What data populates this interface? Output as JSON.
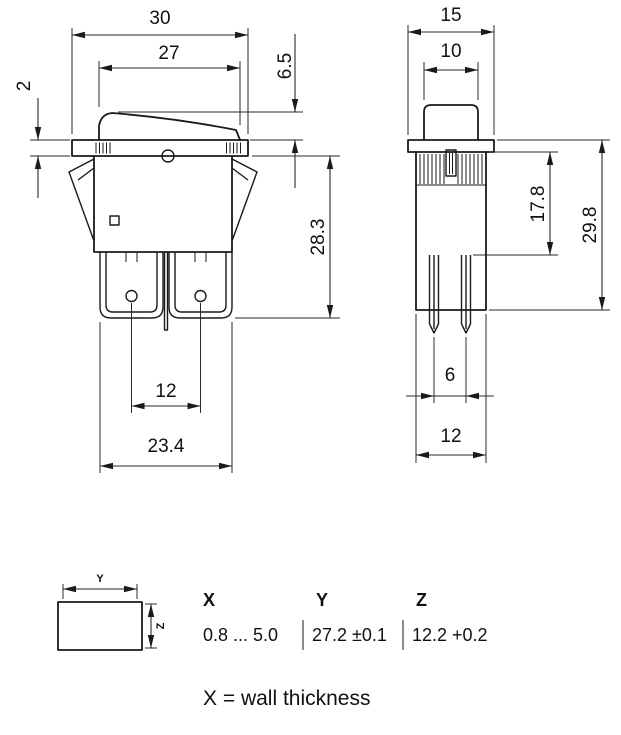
{
  "front_view": {
    "dims": {
      "overall_width": "30",
      "rocker_width": "27",
      "bezel_height": "2",
      "rocker_height": "6.5",
      "body_depth": "28.3",
      "terminal_spacing": "12",
      "body_width": "23.4"
    }
  },
  "side_view": {
    "dims": {
      "overall_depth": "15",
      "rocker_depth": "10",
      "upper_body_depth": "17.8",
      "total_depth": "29.8",
      "terminal_spacing": "6",
      "body_depth": "12"
    }
  },
  "panel_cutout": {
    "diagram": {
      "width_label": "Y",
      "height_label": "Z"
    },
    "table": {
      "headers": {
        "x": "X",
        "y": "Y",
        "z": "Z"
      },
      "values": {
        "x": "0.8 ... 5.0",
        "y": "27.2 ±0.1",
        "z": "12.2 +0.2"
      }
    },
    "note": "X = wall thickness"
  }
}
